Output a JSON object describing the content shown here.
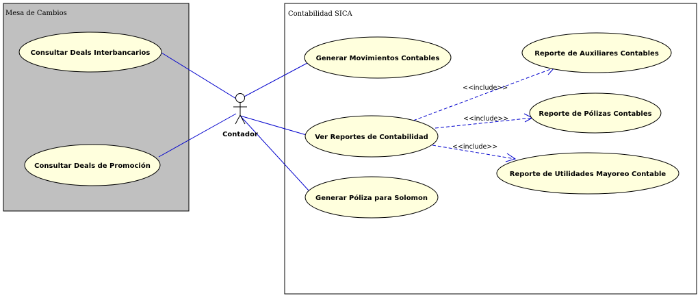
{
  "colors": {
    "use_case_fill": "#ffffdd",
    "package_mesa_fill": "#c0c0c0",
    "package_sica_fill": "#ffffff",
    "association_line": "#0000cc"
  },
  "packages": {
    "mesa": {
      "title": "Mesa de Cambios"
    },
    "sica": {
      "title": "Contabilidad SICA"
    }
  },
  "actor": {
    "name": "Contador"
  },
  "use_cases": {
    "consultar_interbancarios": "Consultar Deals Interbancarios",
    "consultar_promocion": "Consultar Deals de Promoción",
    "generar_movimientos": "Generar Movimientos Contables",
    "ver_reportes": "Ver Reportes de Contabilidad",
    "generar_poliza": "Generar Póliza para Solomon",
    "reporte_auxiliares": "Reporte de Auxiliares Contables",
    "reporte_polizas": "Reporte de Pólizas Contables",
    "reporte_utilidades": "Reporte de Utilidades Mayoreo Contable"
  },
  "relationships": {
    "include_label": "<<include>>"
  }
}
